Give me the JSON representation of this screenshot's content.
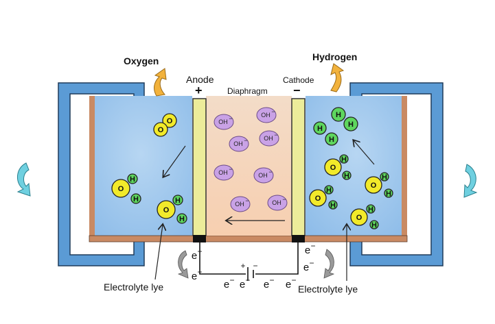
{
  "labels": {
    "oxygen": "Oxygen",
    "hydrogen": "Hydrogen",
    "anode": "Anode",
    "cathode": "Cathode",
    "diaphragm": "Diaphragm",
    "plus": "+",
    "minus": "−",
    "electrolyte_left": "Electrolyte lye",
    "electrolyte_right": "Electrolyte lye",
    "battery_plus": "+",
    "battery_minus": "−"
  },
  "ion_label": "OH",
  "ion_charge": "−",
  "atom_o": "O",
  "atom_h": "H",
  "electron": "e",
  "electron_charge": "−",
  "colors": {
    "frame": "#5b9bd5",
    "electrolyte": "#a9cdee",
    "diaphragm_fill": "#f6d6bd",
    "electrode": "#ecec9a",
    "separator": "#c98a63",
    "ion": "#c9a2e6",
    "oxygen_atom": "#f2ea2a",
    "hydrogen_atom": "#5ed65e",
    "arrow_orange": "#f2b23c",
    "arrow_cyan": "#6fd0e0",
    "arrow_grey": "#9a9a9a"
  }
}
